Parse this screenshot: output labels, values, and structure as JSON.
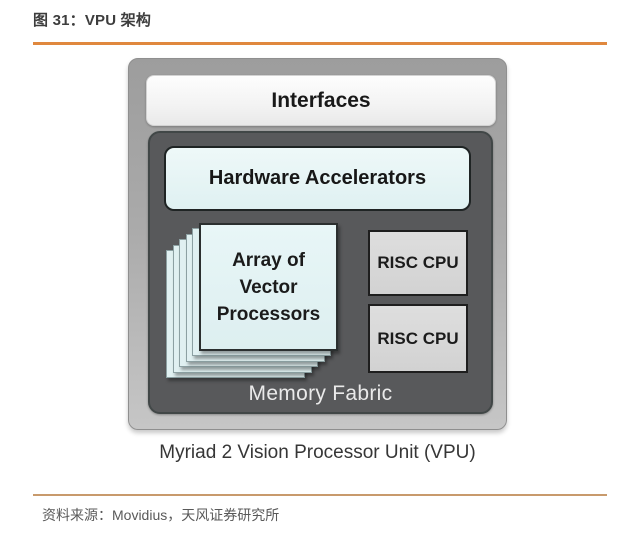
{
  "page": {
    "title": "图 31：VPU 架构",
    "caption": "Myriad 2 Vision Processor Unit (VPU)",
    "source": "资料来源：Movidius，天风证券研究所"
  },
  "diagram": {
    "interfaces_label": "Interfaces",
    "hardware_accelerators_label": "Hardware Accelerators",
    "vector_array_lines": [
      "Array of",
      "Vector",
      "Processors"
    ],
    "risc_cpu_labels": [
      "RISC CPU",
      "RISC CPU"
    ],
    "memory_fabric_label": "Memory Fabric"
  },
  "colors": {
    "accent_line_top": "#e0883e",
    "accent_line_bottom": "#c89a6c",
    "outer_chip_gray": "#aaaaaa",
    "inner_core_dark": "#58595b",
    "cyan_block": "#ddeff0",
    "risc_block_gray": "#d8d8d8",
    "title_text": "#3d3d3d",
    "source_text": "#595959"
  }
}
